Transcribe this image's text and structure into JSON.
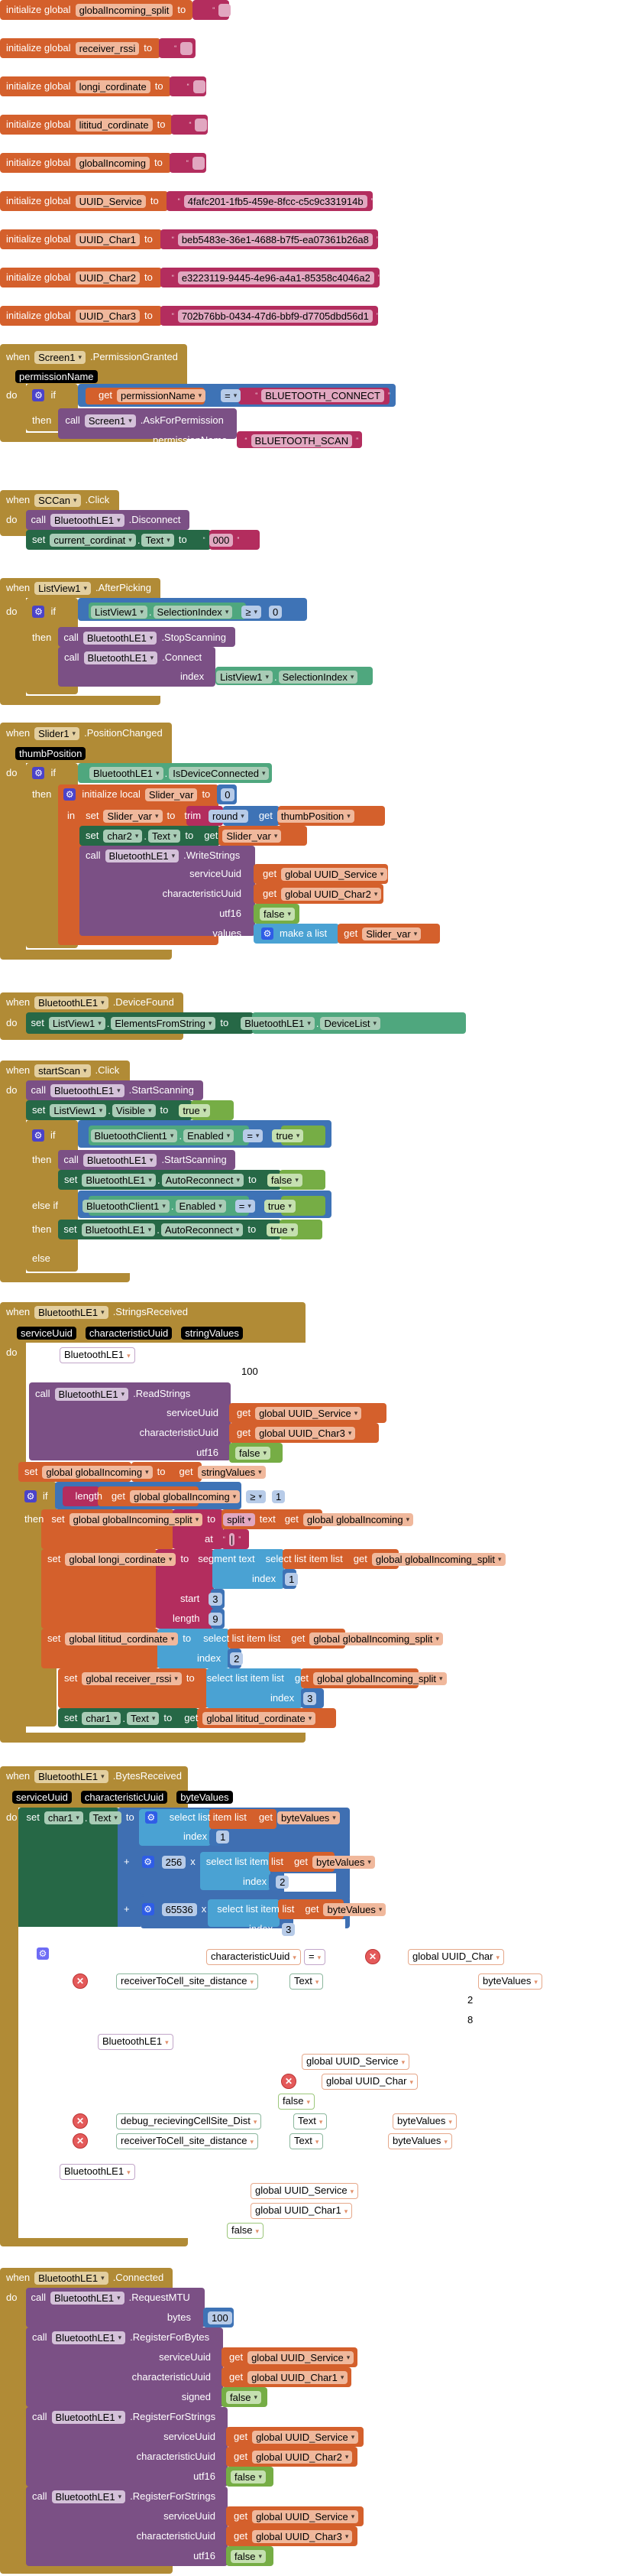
{
  "globals": [
    {
      "name": "globalIncoming_split",
      "value": ""
    },
    {
      "name": "receiver_rssi",
      "value": ""
    },
    {
      "name": "longi_cordinate",
      "value": ""
    },
    {
      "name": "lititud_cordinate",
      "value": ""
    },
    {
      "name": "globalIncoming",
      "value": ""
    },
    {
      "name": "UUID_Service",
      "value": "4fafc201-1fb5-459e-8fcc-c5c9c331914b"
    },
    {
      "name": "UUID_Char1",
      "value": "beb5483e-36e1-4688-b7f5-ea07361b26a8"
    },
    {
      "name": "UUID_Char2",
      "value": "e3223119-9445-4e96-a4a1-85358c4046a2"
    },
    {
      "name": "UUID_Char3",
      "value": "702b76bb-0434-47d6-bbf9-d7705dbd56d1"
    }
  ],
  "kw": {
    "init_global": "initialize global",
    "to": "to",
    "when": "when",
    "do": "do",
    "if": "if",
    "then": "then",
    "else_if": "else if",
    "else": "else",
    "call": "call",
    "set": "set",
    "get": "get",
    "in": "in",
    "init_local": "initialize local",
    "dot": ".",
    "eq": "=",
    "gte": "≥",
    "trim": "trim",
    "round": "round",
    "make_list": "make a list",
    "length": "length",
    "split": "split",
    "text": "text",
    "at": "at",
    "segment": "segment  text",
    "start": "start",
    "select": "select list item  list",
    "index": "index",
    "plus": "+",
    "times": "x",
    "true": "true",
    "false": "false",
    "open_q": "“",
    "close_q": "”"
  },
  "perm": {
    "component": "Screen1",
    "event": ".PermissionGranted",
    "param": "permissionName",
    "get_var": "permissionName",
    "compare": "BLUETOOTH_CONNECT",
    "call_comp": "Screen1",
    "call_method": ".AskForPermission",
    "arg_label": "permissionName",
    "arg_value": "BLUETOOTH_SCAN"
  },
  "sccan": {
    "component": "SCCan",
    "event": ".Click",
    "call_comp": "BluetoothLE1",
    "call_method": ".Disconnect",
    "set_comp": "current_cordinat",
    "set_prop": "Text",
    "value": "000"
  },
  "listpick": {
    "component": "ListView1",
    "event": ".AfterPicking",
    "cond_comp": "ListView1",
    "cond_prop": "SelectionIndex",
    "cond_val": "0",
    "stop_comp": "BluetoothLE1",
    "stop_method": ".StopScanning",
    "conn_comp": "BluetoothLE1",
    "conn_method": ".Connect",
    "index_label": "index",
    "idx_comp": "ListView1",
    "idx_prop": "SelectionIndex"
  },
  "slider": {
    "component": "Slider1",
    "event": ".PositionChanged",
    "param": "thumbPosition",
    "cond_comp": "BluetoothLE1",
    "cond_prop": "IsDeviceConnected",
    "local_var": "Slider_var",
    "local_init": "0",
    "set_var": "Slider_var",
    "get_thumb": "thumbPosition",
    "set_comp": "char2",
    "set_prop": "Text",
    "get_var": "Slider_var",
    "write_comp": "BluetoothLE1",
    "write_method": ".WriteStrings",
    "args": [
      {
        "label": "serviceUuid",
        "value": "global UUID_Service"
      },
      {
        "label": "characteristicUuid",
        "value": "global UUID_Char2"
      },
      {
        "label": "utf16",
        "value": "false"
      },
      {
        "label": "values",
        "value": "Slider_var"
      }
    ]
  },
  "devfound": {
    "component": "BluetoothLE1",
    "event": ".DeviceFound",
    "set_comp": "ListView1",
    "set_prop": "ElementsFromString",
    "val_comp": "BluetoothLE1",
    "val_prop": "DeviceList"
  },
  "startscan": {
    "component": "startScan",
    "event": ".Click",
    "call_comp": "BluetoothLE1",
    "call_method": ".StartScanning",
    "set_comp": "ListView1",
    "set_prop": "Visible",
    "set_val": "true",
    "c1_comp": "BluetoothClient1",
    "c1_prop": "Enabled",
    "c1_val": "true",
    "t1_call_comp": "BluetoothLE1",
    "t1_call_method": ".StartScanning",
    "t1_set_comp": "BluetoothLE1",
    "t1_set_prop": "AutoReconnect",
    "t1_set_val": "false",
    "c2_comp": "BluetoothClient1",
    "c2_prop": "Enabled",
    "c2_val": "true",
    "t2_set_comp": "BluetoothLE1",
    "t2_set_prop": "AutoReconnect",
    "t2_set_val": "true"
  },
  "strings": {
    "component": "BluetoothLE1",
    "event": ".StringsReceived",
    "params": [
      "serviceUuid",
      "characteristicUuid",
      "stringValues"
    ],
    "ghost_comp": "BluetoothLE1",
    "ghost_num": "100",
    "read_comp": "BluetoothLE1",
    "read_method": ".ReadStrings",
    "read_args": [
      {
        "label": "serviceUuid",
        "value": "global UUID_Service"
      },
      {
        "label": "characteristicUuid",
        "value": "global UUID_Char3"
      },
      {
        "label": "utf16",
        "value": "false"
      }
    ],
    "set_incoming_var": "global globalIncoming",
    "get_stringvalues": "stringValues",
    "len_var": "global globalIncoming",
    "len_cmp": "1",
    "split_var": "global globalIncoming_split",
    "split_mode": "split",
    "split_src": "global globalIncoming",
    "split_at": "|",
    "longi_var": "global longi_cordinate",
    "longi_list": "global globalIncoming_split",
    "longi_index": "1",
    "longi_start": "3",
    "longi_length": "9",
    "lat_var": "global lititud_cordinate",
    "lat_list": "global globalIncoming_split",
    "lat_index": "2",
    "rssi_var": "global receiver_rssi",
    "rssi_list": "global globalIncoming_split",
    "rssi_index": "3",
    "char1_comp": "char1",
    "char1_prop": "Text",
    "char1_get": "global lititud_cordinate"
  },
  "bytes": {
    "component": "BluetoothLE1",
    "event": ".BytesReceived",
    "params": [
      "serviceUuid",
      "characteristicUuid",
      "byteValues"
    ],
    "set_comp": "char1",
    "set_prop": "Text",
    "list_var": "byteValues",
    "i1": "1",
    "m2": "256",
    "i2": "2",
    "m3": "65536",
    "i3": "3",
    "ghosts": {
      "char_uuid": "characteristicUuid",
      "eq": "=",
      "uuid_char": "global UUID_Char",
      "r2c_comp": "receiverToCell_site_distance",
      "r2c_prop": "Text",
      "bytevals": "byteValues",
      "n2": "2",
      "n8": "8",
      "ble1": "BluetoothLE1",
      "svc": "global UUID_Service",
      "uuid_char_b": "global UUID_Char",
      "f1": "false",
      "dbg_comp": "debug_recievingCellSite_Dist",
      "dbg_prop": "Text",
      "dbg_bytes": "byteValues",
      "r2c2_comp": "receiverToCell_site_distance",
      "r2c2_prop": "Text",
      "r2c2_bytes": "byteValues",
      "ble2": "BluetoothLE1",
      "svc2": "global UUID_Service",
      "char1": "global UUID_Char1",
      "f2": "false"
    }
  },
  "connected": {
    "component": "BluetoothLE1",
    "event": ".Connected",
    "mtu_comp": "BluetoothLE1",
    "mtu_method": ".RequestMTU",
    "mtu_label": "bytes",
    "mtu_val": "100",
    "rb_comp": "BluetoothLE1",
    "rb_method": ".RegisterForBytes",
    "rb_args": [
      {
        "label": "serviceUuid",
        "value": "global UUID_Service"
      },
      {
        "label": "characteristicUuid",
        "value": "global UUID_Char1"
      },
      {
        "label": "signed",
        "value": "false"
      }
    ],
    "rs1_comp": "BluetoothLE1",
    "rs1_method": ".RegisterForStrings",
    "rs1_args": [
      {
        "label": "serviceUuid",
        "value": "global UUID_Service"
      },
      {
        "label": "characteristicUuid",
        "value": "global UUID_Char2"
      },
      {
        "label": "utf16",
        "value": "false"
      }
    ],
    "rs2_comp": "BluetoothLE1",
    "rs2_method": ".RegisterForStrings",
    "rs2_args": [
      {
        "label": "serviceUuid",
        "value": "global UUID_Service"
      },
      {
        "label": "characteristicUuid",
        "value": "global UUID_Char3"
      },
      {
        "label": "utf16",
        "value": "false"
      }
    ]
  }
}
